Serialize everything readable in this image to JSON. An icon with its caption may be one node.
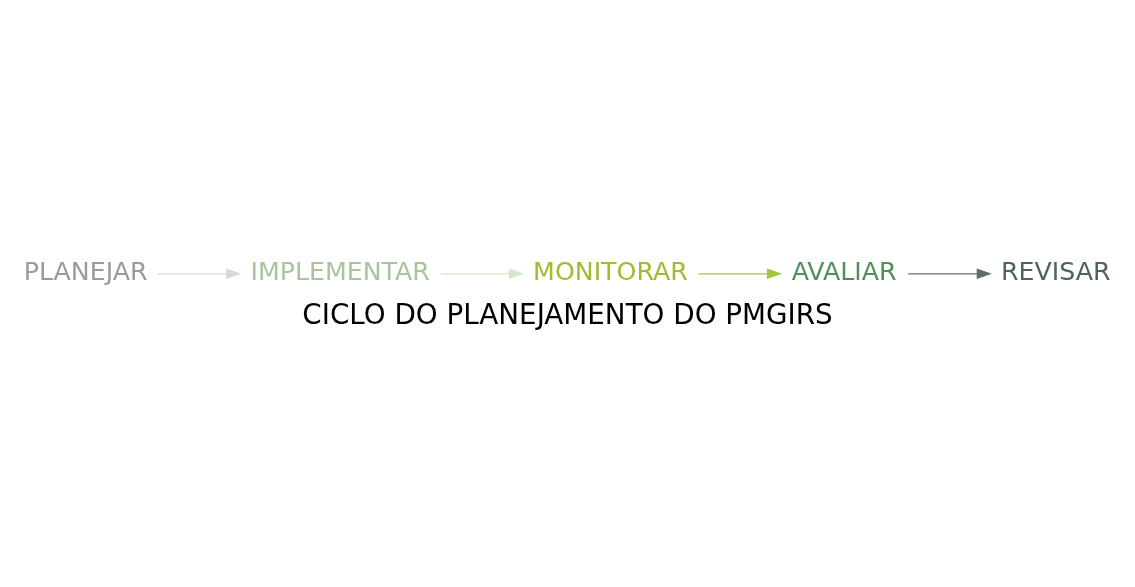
{
  "diagram": {
    "title": "CICLO DO PLANEJAMENTO DO PMGIRS",
    "nodes": [
      {
        "text": [
          "PLANEJAR"
        ]
      },
      {
        "text": [
          "IMPLEMENTAR"
        ]
      },
      {
        "text": [
          "MONITORAR"
        ]
      },
      {
        "text": [
          "AVALIAR"
        ]
      },
      {
        "text": [
          "REVISAR"
        ]
      }
    ],
    "edges": [
      {
        "from": 0,
        "to": 1,
        "arrow": "to",
        "color": "#d8d8d8"
      },
      {
        "from": 1,
        "to": 2,
        "arrow": "to",
        "color": "#d4e6c8"
      },
      {
        "from": 2,
        "to": 3,
        "arrow": "to",
        "color": "#a4c639"
      },
      {
        "from": 3,
        "to": 4,
        "arrow": "to",
        "color": "#5d6f66"
      }
    ]
  }
}
